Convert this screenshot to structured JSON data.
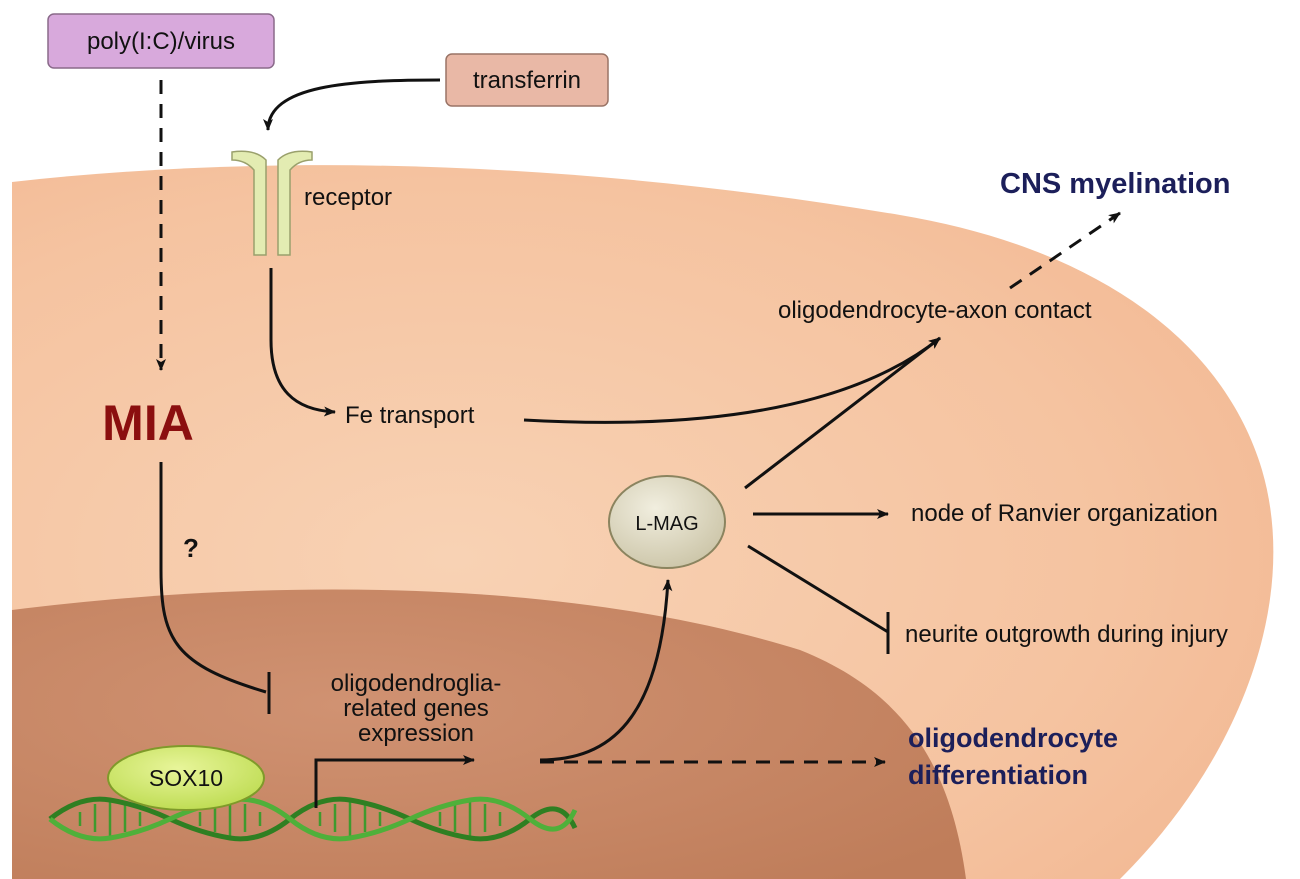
{
  "inputs": {
    "poly_ic": "poly(I:C)/virus",
    "transferrin": "transferrin"
  },
  "labels": {
    "receptor": "receptor",
    "mia": "MIA",
    "question": "?",
    "fe_transport": "Fe transport",
    "lmag": "L-MAG",
    "sox10": "SOX10",
    "genes_line1": "oligodendroglia-",
    "genes_line2": "related genes",
    "genes_line3": "expression",
    "axon_contact": "oligodendrocyte-axon contact",
    "cns_myelination": "CNS myelination",
    "ranvier": "node of Ranvier organization",
    "neurite": "neurite outgrowth during injury",
    "diff_line1": "oligodendrocyte",
    "diff_line2": "differentiation"
  },
  "colors": {
    "cytoplasm": "#f6c7a6",
    "nucleus": "#c98a66",
    "poly_box": "#d8a9dc",
    "transferrin_box": "#e9b8a6",
    "node_fill": "#d6d1b8",
    "dna_green": "#3f9a2e",
    "mia_red": "#8b0f0f",
    "outcome_navy": "#1c1f5a"
  }
}
